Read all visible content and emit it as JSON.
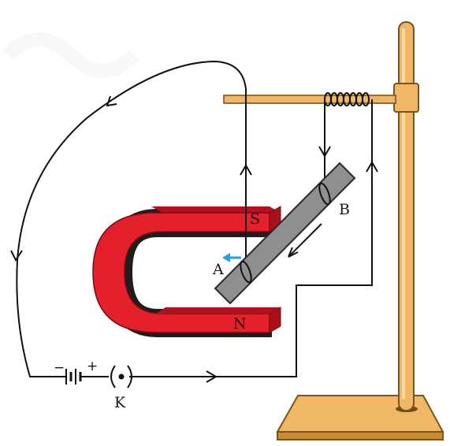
{
  "labels": {
    "magnet_south": "S",
    "magnet_north": "N",
    "rod_end_a": "A",
    "rod_end_b": "B",
    "battery_negative": "−",
    "battery_positive": "+",
    "key": "K"
  },
  "colors": {
    "magnet": "#e3202b",
    "magnet_dark": "#a8111b",
    "magnet_shadow": "#222222",
    "rod": "#8f8f8f",
    "stand": "#efb766",
    "stand_edge": "#9b6a22",
    "wire": "#111111",
    "force_arrow": "#1ea5e0"
  },
  "icons": [
    "wire-direction-arrow",
    "force-arrow",
    "battery-cell",
    "plug-key",
    "coil-spring"
  ]
}
